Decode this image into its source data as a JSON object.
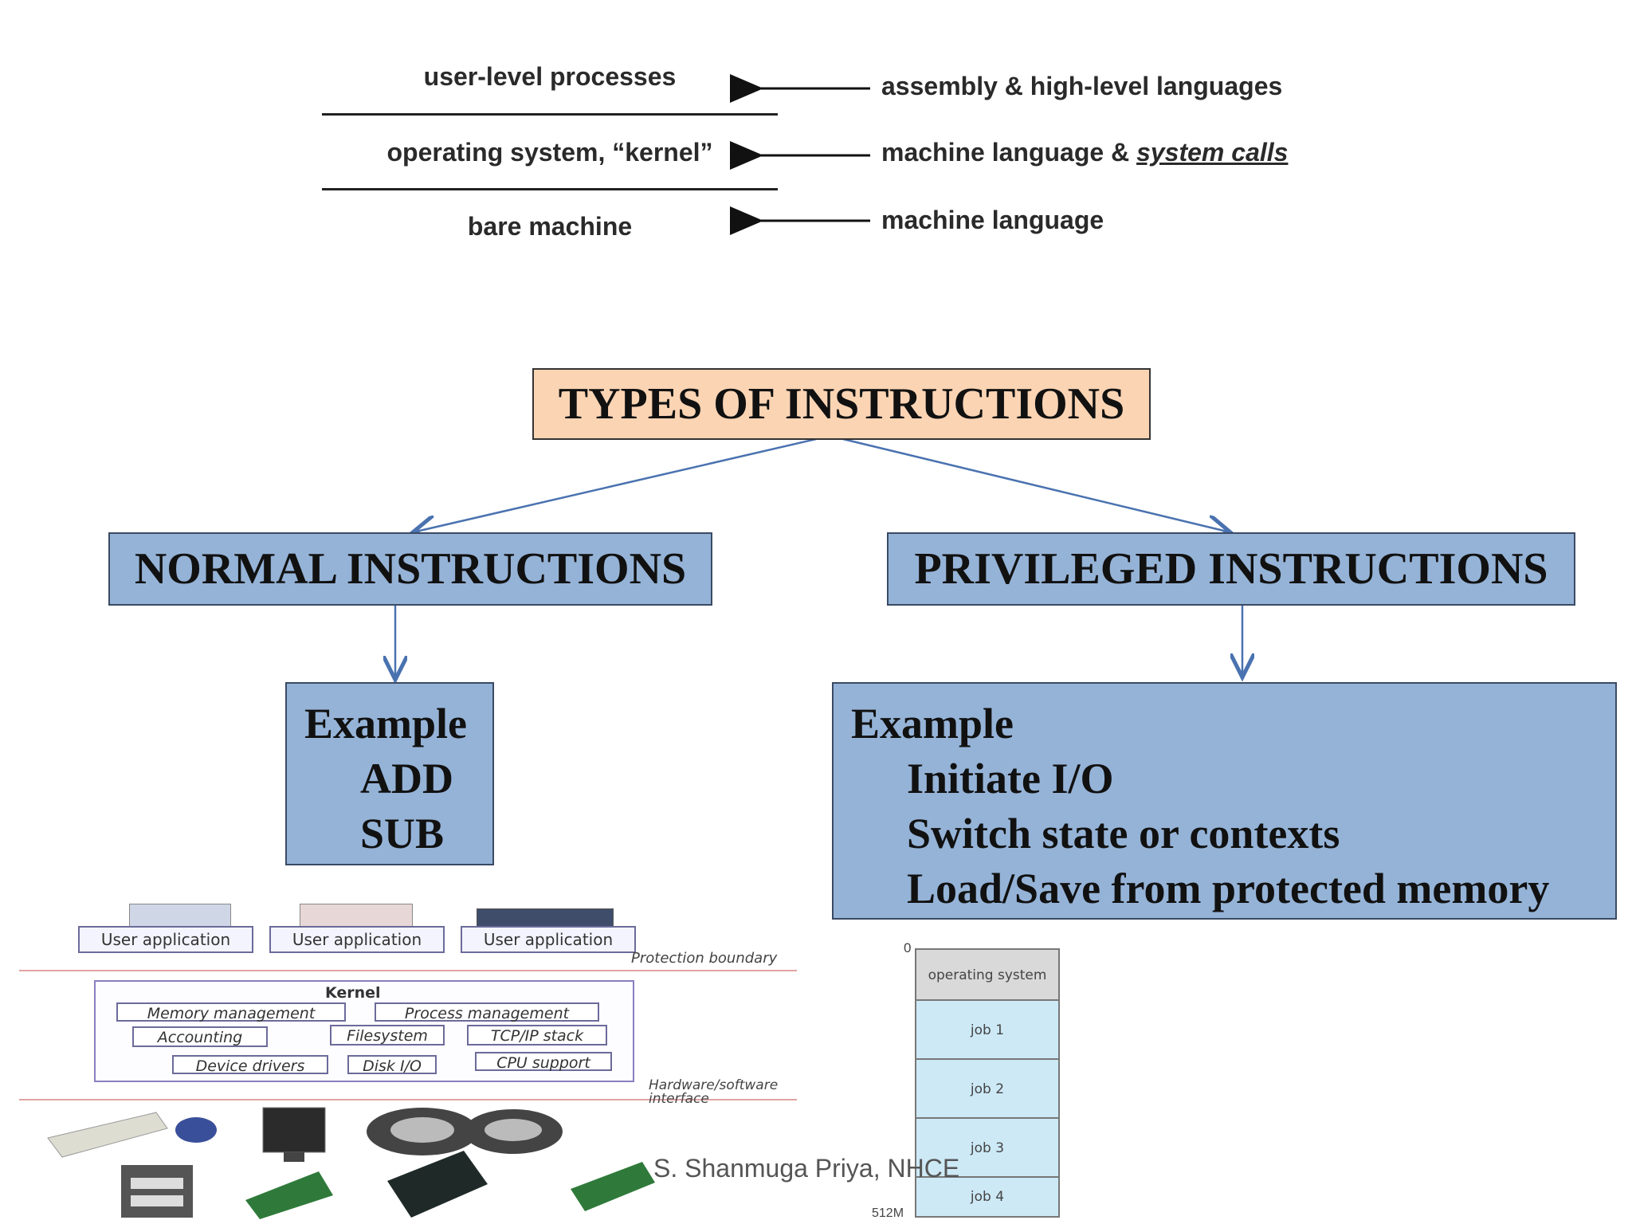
{
  "layers": {
    "user_level": "user-level processes",
    "kernel": "operating system, “kernel”",
    "bare": "bare machine"
  },
  "languages": {
    "assembly": "assembly & high-level languages",
    "machine_prefix": "machine language & ",
    "system_calls": "system calls",
    "machine": "machine language"
  },
  "types": {
    "title": "TYPES OF INSTRUCTIONS",
    "normal": {
      "heading": "NORMAL INSTRUCTIONS",
      "example_label": "Example",
      "items": [
        "ADD",
        "SUB"
      ]
    },
    "privileged": {
      "heading": "PRIVILEGED INSTRUCTIONS",
      "example_label": "Example",
      "items": [
        "Initiate I/O",
        "Switch state or contexts",
        "Load/Save from protected memory"
      ]
    }
  },
  "kernel_diagram": {
    "user_apps": [
      "User application",
      "User application",
      "User application"
    ],
    "protection_boundary": "Protection boundary",
    "kernel_title": "Kernel",
    "components": [
      "Memory management",
      "Process management",
      "Accounting",
      "Filesystem",
      "TCP/IP stack",
      "Device drivers",
      "Disk I/O",
      "CPU support"
    ],
    "hw_interface_line1": "Hardware/software",
    "hw_interface_line2": "interface"
  },
  "memory_diagram": {
    "top_label": "0",
    "rows": [
      "operating system",
      "job 1",
      "job 2",
      "job 3",
      "job 4"
    ],
    "bottom_label": "512M"
  },
  "footer": "S. Shanmuga Priya, NHCE"
}
